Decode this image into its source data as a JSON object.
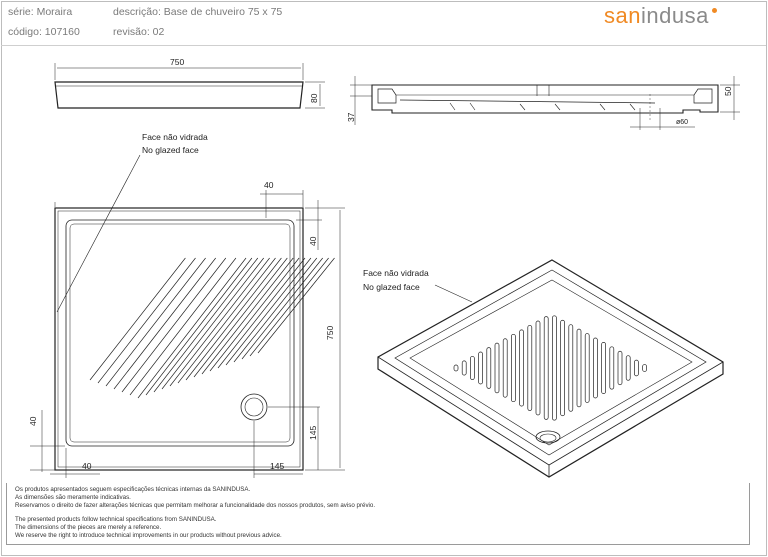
{
  "header": {
    "serie": "série: Moraira",
    "descricao": "descrição: Base de chuveiro 75 x 75",
    "codigo": "código: 107160",
    "revisao": "revisão: 02",
    "logo_orange": "san",
    "logo_gray": "indusa"
  },
  "drawing": {
    "elevation_width": "750",
    "elevation_height": "80",
    "section_height_left": "37",
    "section_height_right": "50",
    "drain_diameter": "ø60",
    "plan_rim_top": "40",
    "plan_rim_right": "40",
    "plan_size": "750",
    "plan_drain_y": "145",
    "plan_rim_left": "40",
    "plan_rim_bottom": "40",
    "plan_drain_x": "145",
    "note_plan_pt": "Face não vidrada",
    "note_plan_en": "No glazed face",
    "note_iso_pt": "Face não vidrada",
    "note_iso_en": "No glazed face"
  },
  "footer": {
    "pt": [
      "Os produtos apresentados seguem especificações técnicas internas da SANINDUSA.",
      "As dimensões são meramente indicativas.",
      "Reservamos o direito de fazer alterações técnicas que permitam melhorar a funcionalidade dos nossos produtos, sem aviso prévio."
    ],
    "en": [
      "The presented products follow technical specifications from SANINDUSA.",
      "The dimensions of the pieces are merely a reference.",
      "We reserve the right to introduce technical improvements in our products without previous advice."
    ]
  }
}
